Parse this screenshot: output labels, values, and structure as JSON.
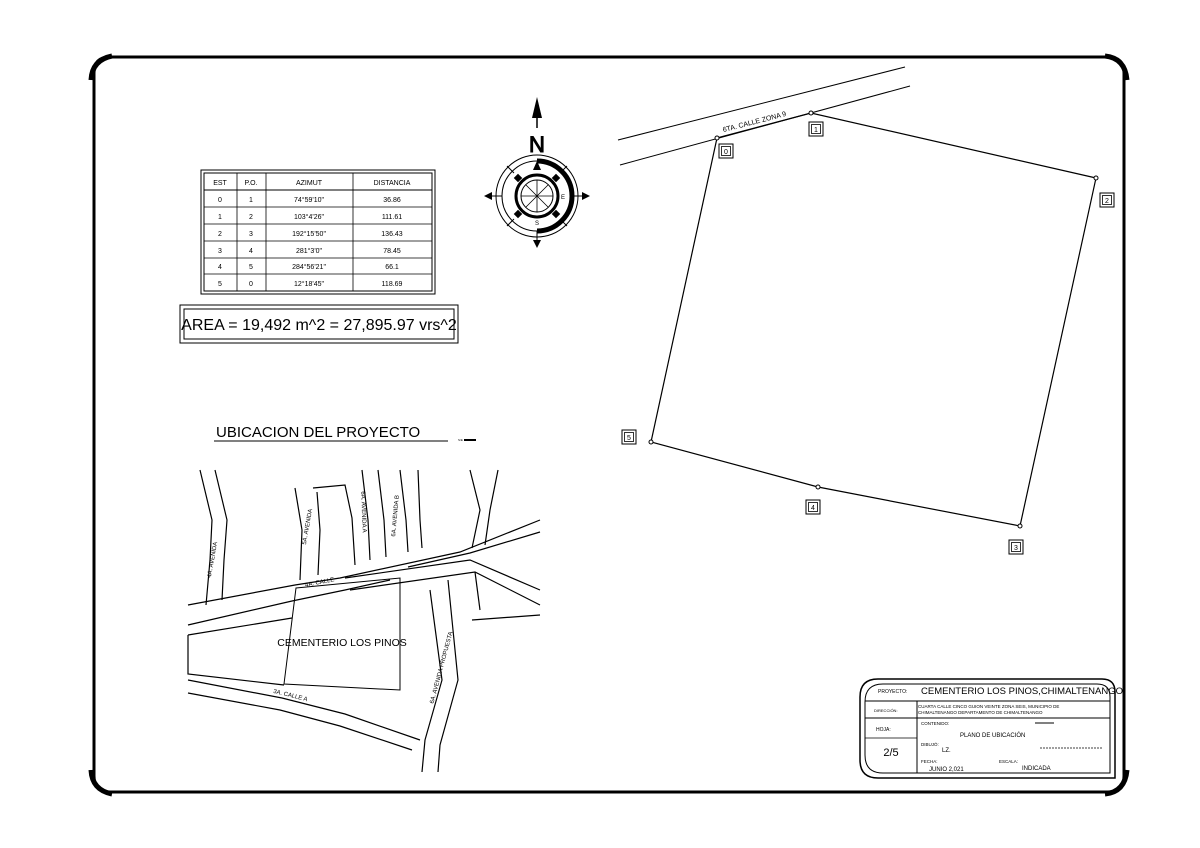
{
  "survey_table": {
    "headers": [
      "EST",
      "P.O.",
      "AZIMUT",
      "DISTANCIA"
    ],
    "rows": [
      [
        "0",
        "1",
        "74°59'10\"",
        "36.86"
      ],
      [
        "1",
        "2",
        "103°4'26\"",
        "111.61"
      ],
      [
        "2",
        "3",
        "192°15'50\"",
        "136.43"
      ],
      [
        "3",
        "4",
        "281°3'0\"",
        "78.45"
      ],
      [
        "4",
        "5",
        "284°56'21\"",
        "66.1"
      ],
      [
        "5",
        "0",
        "12°18'45\"",
        "118.69"
      ]
    ]
  },
  "area_text": "AREA = 19,492 m^2 = 27,895.97 vrs^2",
  "north_label": "N",
  "compass_letters": {
    "east": "E",
    "south": "S"
  },
  "street_label": "6TA. CALLE ZONA 9",
  "vertex_labels": [
    "0",
    "1",
    "2",
    "3",
    "4",
    "5"
  ],
  "location_map": {
    "title": "UBICACION DEL PROYECTO",
    "scale_note": "S/E",
    "labels": {
      "avenue_4a": "4A. AVENIDA",
      "avenue_5a": "5A. AVENIDA",
      "avenue_a": "6A. AVENIDA A",
      "avenue_b": "6A. AVENIDA B",
      "calle_4a": "4A. CALLE",
      "calle_3a": "3A. CALLE A",
      "avenida_propuesta": "6A. AVENIDA PROPUESTA",
      "cemetery": "CEMENTERIO LOS PINOS"
    }
  },
  "title_block": {
    "proyecto_label": "PROYECTO:",
    "proyecto_value": "CEMENTERIO LOS PINOS,CHIMALTENANGO",
    "direccion_label": "DIRECCIÓN:",
    "direccion_line1": "CUARTA CALLE CINCO GUION VEINTE ZONA SEIS, MUNICIPIO DE",
    "direccion_line2": "CHIMALTENANGO DEPARTAMENTO DE CHIMALTENANGO",
    "hoja_label": "HOJA:",
    "hoja_value": "2/5",
    "contenido_label": "CONTENIDO:",
    "contenido_value": "PLANO DE UBICACIÓN",
    "dibujo_label": "DIBUJÓ:",
    "dibujo_value": "LZ.",
    "fecha_label": "FECHA:",
    "fecha_value": "JUNIO 2,021",
    "escala_label": "ESCALA:",
    "escala_value": "INDICADA"
  }
}
